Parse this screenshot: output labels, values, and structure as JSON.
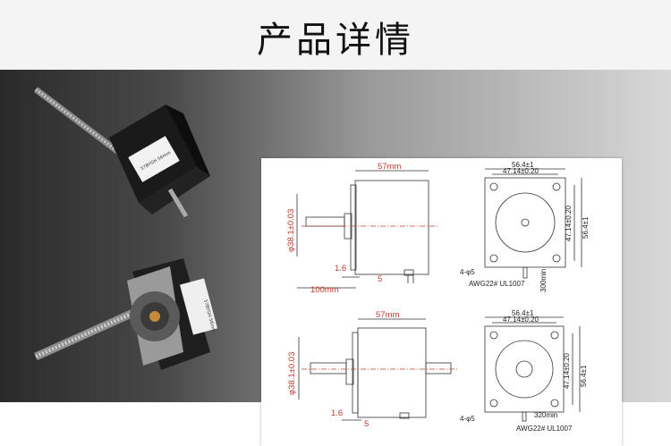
{
  "header": {
    "title": "产品详情"
  },
  "motor_labels": {
    "top_label": "57BYGH 56mm",
    "bottom_label": "57BYGH 56mm"
  },
  "drawing_top": {
    "length": "57mm",
    "shaft_diameter": "φ38.1±0.03",
    "flange_thickness": "1.6",
    "boss_offset": "5",
    "lead_length": "100mm",
    "outer_width": "56.4±1",
    "hole_spacing": "47.14±0.20",
    "hole_spacing_vertical": "47.14±0.20",
    "outer_height": "56.4±1",
    "holes": "4-φ5",
    "wire": "AWG22# UL1007",
    "cable_length": "300min"
  },
  "drawing_bottom": {
    "length": "57mm",
    "shaft_diameter": "φ38.1±0.03",
    "flange_thickness": "1.6",
    "boss_offset": "5",
    "outer_width": "56.4±1",
    "hole_spacing": "47.14±0.20",
    "hole_spacing_vertical": "47.14±0.20",
    "outer_height": "56.4±1",
    "holes": "4-φ5",
    "wire": "AWG22# UL1007",
    "cable_length": "320min"
  },
  "colors": {
    "dimension_red": "#c0392b",
    "motor_body": "#151515"
  }
}
